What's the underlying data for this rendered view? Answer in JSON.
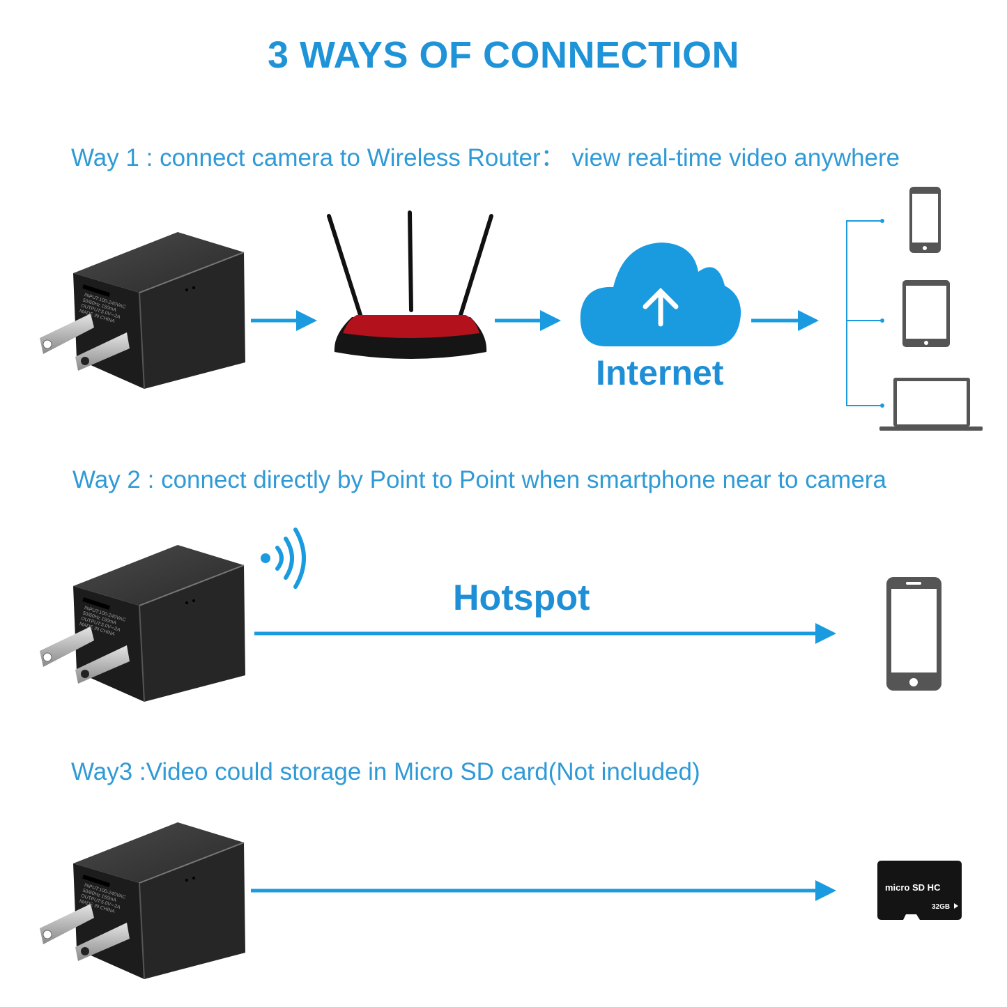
{
  "title": "3 WAYS OF CONNECTION",
  "way1": {
    "text": "Way 1 : connect camera to Wireless Router： view real-time video anywhere",
    "cloud_label": "Internet",
    "devices": [
      "phone-icon",
      "tablet-icon",
      "laptop-icon"
    ]
  },
  "way2": {
    "text": "Way 2 : connect directly by Point to Point when smartphone near to camera",
    "link_label": "Hotspot"
  },
  "way3": {
    "text": "Way3 :Video could storage in Micro SD card(Not included)",
    "sd_card": {
      "brand": "micro SD HC",
      "capacity": "32GB"
    }
  },
  "charger_label": "INPUT:100-240VAC 50/60Hz 150mA OUTPUT:5.0V⎓2A MADE IN CHINA",
  "colors": {
    "title": "#1f93d8",
    "text": "#2f9ad6",
    "arrow": "#1a9be0",
    "device": "#555555",
    "router_red": "#b3121c"
  }
}
